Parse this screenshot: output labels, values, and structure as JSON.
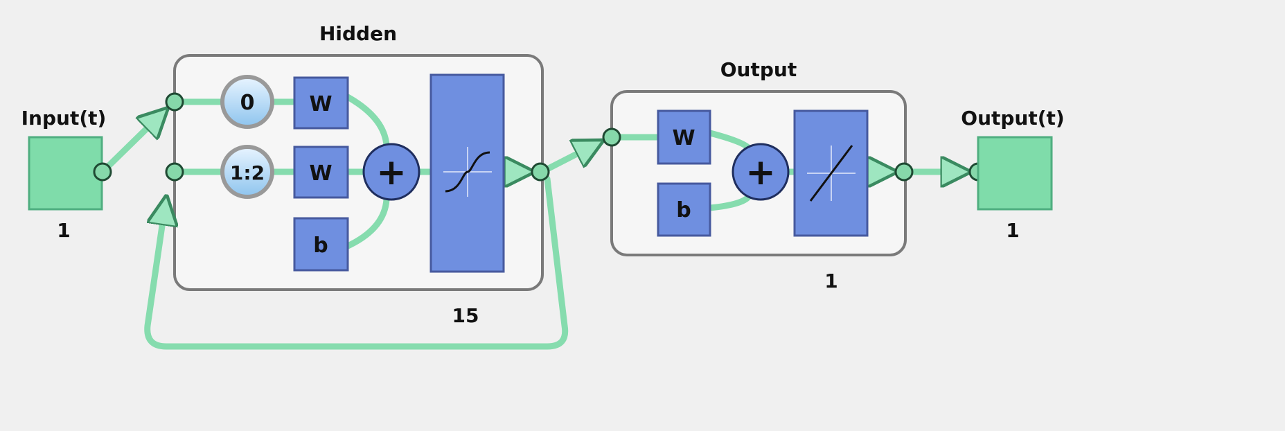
{
  "input": {
    "label": "Input(t)",
    "size": "1"
  },
  "hidden": {
    "title": "Hidden",
    "size": "15",
    "delays": [
      "0",
      "1:2"
    ],
    "weights": [
      "W",
      "W"
    ],
    "bias": "b",
    "sum_symbol": "+",
    "transfer": "tansig"
  },
  "output_layer": {
    "title": "Output",
    "size": "1",
    "weight": "W",
    "bias": "b",
    "sum_symbol": "+",
    "transfer": "purelin"
  },
  "output": {
    "label": "Output(t)",
    "size": "1"
  },
  "colors": {
    "background": "#f0f0f0",
    "io_block": "#7fdcaa",
    "connection": "#86dcae",
    "neuron_block": "#6f8fe0",
    "box_border": "#7a7a7a"
  }
}
